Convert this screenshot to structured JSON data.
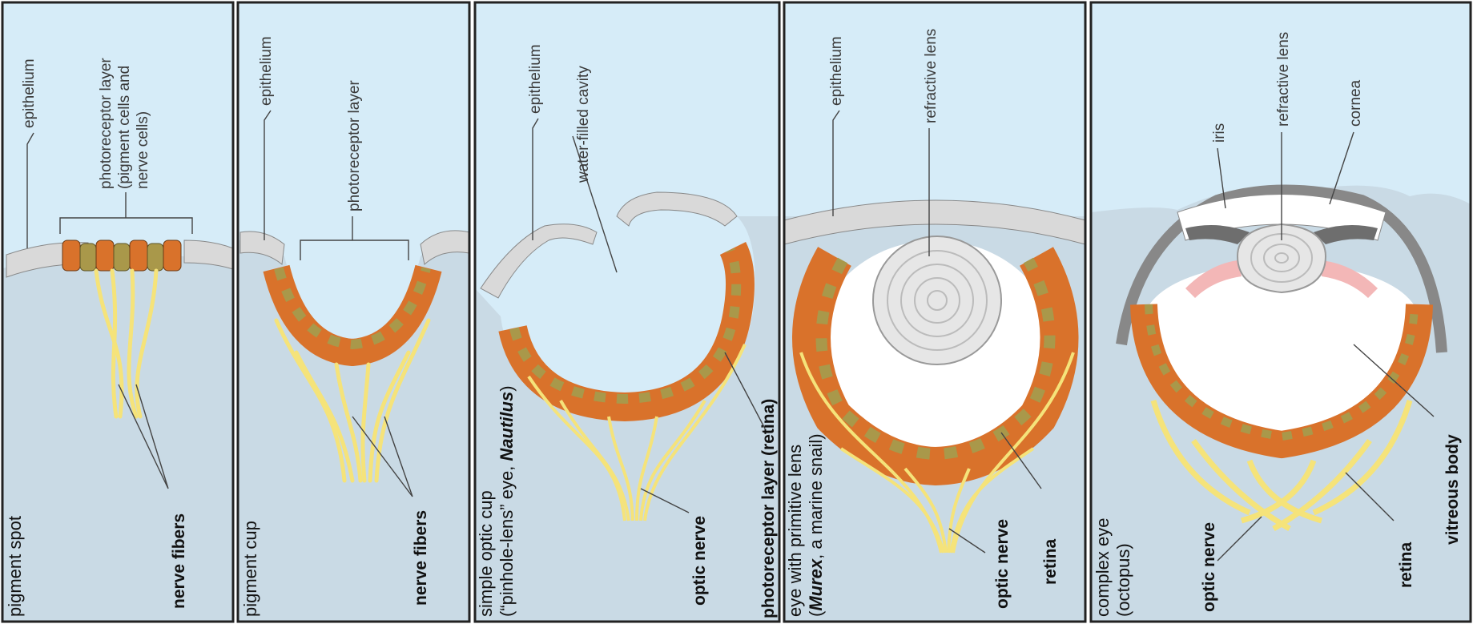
{
  "colors": {
    "water": "#d6ecf8",
    "tissue": "#c9dae5",
    "epithelium": "#d9d9d9",
    "photoreceptor": "#d9722b",
    "pigment_olive": "#a9984a",
    "nerve": "#f5e37a",
    "lens": "#e6e6e6",
    "iris": "#6e6e6e",
    "pink": "#f3b7b7"
  },
  "panels": [
    {
      "id": "pigment-spot",
      "title": "pigment spot",
      "labels": {
        "epithelium": "epithelium",
        "photoreceptor_line1": "photoreceptor layer",
        "photoreceptor_line2": "(pigment cells and",
        "photoreceptor_line3": "nerve cells)",
        "nerve_fibers": "nerve fibers"
      }
    },
    {
      "id": "pigment-cup",
      "title": "pigment cup",
      "labels": {
        "epithelium": "epithelium",
        "photoreceptor": "photoreceptor layer",
        "nerve_fibers": "nerve fibers"
      }
    },
    {
      "id": "simple-optic-cup",
      "title_line1": "simple optic cup",
      "title_line2_pre": "(“pinhole-lens” eye, ",
      "title_line2_italic": "Nautilus",
      "title_line2_post": ")",
      "labels": {
        "epithelium": "epithelium",
        "water_cavity": "water-filled cavity",
        "optic_nerve": "optic nerve",
        "photoreceptor_retina": "photoreceptor layer (retina)"
      }
    },
    {
      "id": "primitive-lens",
      "title_line1": "eye with primitive lens",
      "title_line2_italic": "Murex",
      "title_line2_post": ", a marine snail)",
      "title_line2_pre": "(",
      "labels": {
        "epithelium": "epithelium",
        "lens": "refractive lens",
        "optic_nerve": "optic nerve",
        "retina": "retina"
      }
    },
    {
      "id": "complex-eye",
      "title_line1": "complex eye",
      "title_line2": "(octopus)",
      "labels": {
        "iris": "iris",
        "lens": "refractive lens",
        "cornea": "cornea",
        "optic_nerve": "optic nerve",
        "retina": "retina",
        "vitreous": "vitreous body"
      }
    }
  ]
}
